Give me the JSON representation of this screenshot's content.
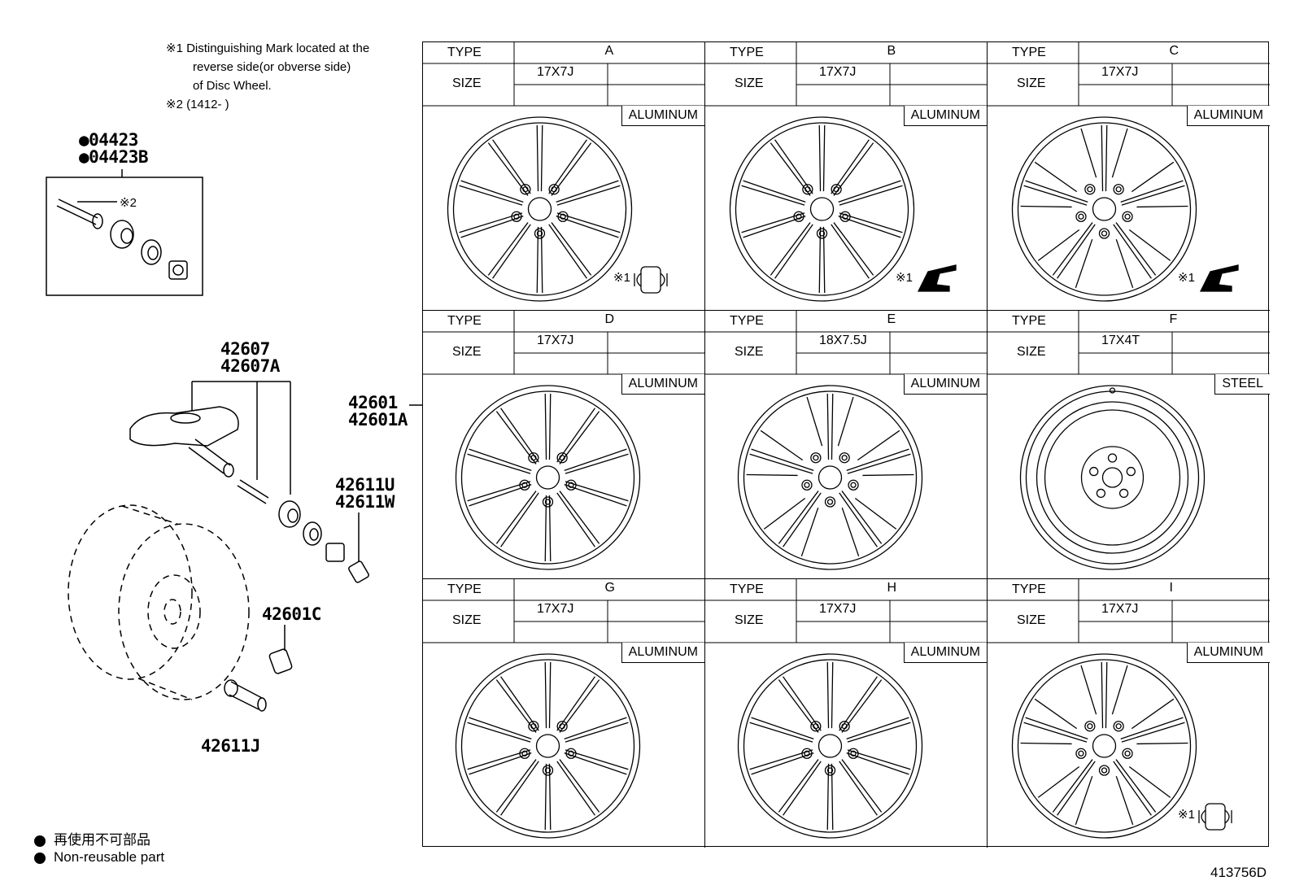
{
  "notes": {
    "note1_line1": "※1 Distinguishing Mark located at the",
    "note1_line2": "reverse side(or obverse side)",
    "note1_line3": "of Disc Wheel.",
    "note2": "※2 (1412-      )"
  },
  "parts": {
    "p04423": "●04423",
    "p04423B": "●04423B",
    "p42607": "42607",
    "p42607A": "42607A",
    "p42601": "42601",
    "p42601A": "42601A",
    "p42611U": "42611U",
    "p42611W": "42611W",
    "p42601C": "42601C",
    "p42611J": "42611J",
    "ref2": "※2"
  },
  "legend": {
    "jp": "再使用不可部品",
    "en": "Non-reusable part"
  },
  "figure_id": "413756D",
  "table": {
    "type_label": "TYPE",
    "size_label": "SIZE",
    "cells": [
      {
        "type": "A",
        "size": "17X7J",
        "material": "ALUMINUM",
        "mark": "※1"
      },
      {
        "type": "B",
        "size": "17X7J",
        "material": "ALUMINUM",
        "mark": "※1"
      },
      {
        "type": "C",
        "size": "17X7J",
        "material": "ALUMINUM",
        "mark": "※1"
      },
      {
        "type": "D",
        "size": "17X7J",
        "material": "ALUMINUM",
        "mark": ""
      },
      {
        "type": "E",
        "size": "18X7.5J",
        "material": "ALUMINUM",
        "mark": ""
      },
      {
        "type": "F",
        "size": "17X4T",
        "material": "STEEL",
        "mark": ""
      },
      {
        "type": "G",
        "size": "17X7J",
        "material": "ALUMINUM",
        "mark": ""
      },
      {
        "type": "H",
        "size": "17X7J",
        "material": "ALUMINUM",
        "mark": ""
      },
      {
        "type": "I",
        "size": "17X7J",
        "material": "ALUMINUM",
        "mark": "※1"
      }
    ]
  }
}
